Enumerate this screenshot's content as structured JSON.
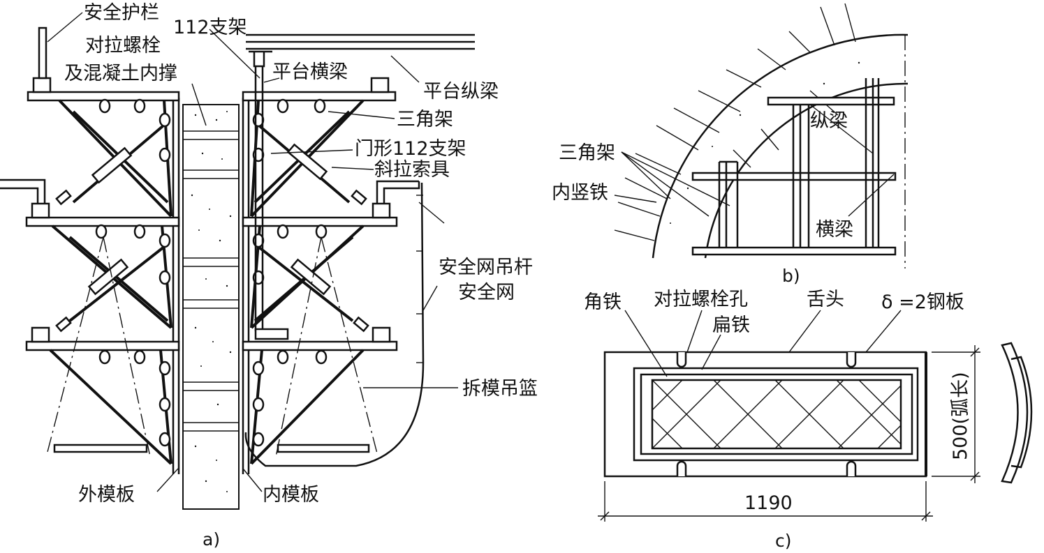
{
  "panel_a": {
    "caption": "a)",
    "labels": {
      "guardrail": "安全护栏",
      "support112": "112支架",
      "tie_bolt": "对拉螺栓",
      "inner_brace": "及混凝土内撑",
      "platform_crossbeam": "平台横梁",
      "platform_longbeam": "平台纵梁",
      "triangle_frame": "三角架",
      "portal_support": "门形112支架",
      "cable_rigging": "斜拉索具",
      "net_pole": "安全网吊杆",
      "safety_net": "安全网",
      "basket": "拆模吊篮",
      "outer_form": "外模板",
      "inner_form": "内模板"
    }
  },
  "panel_b": {
    "caption": "b)",
    "labels": {
      "triangle_frame": "三角架",
      "inner_iron": "内竖铁",
      "longbeam": "纵梁",
      "crossbeam": "横梁"
    }
  },
  "panel_c": {
    "caption": "c)",
    "labels": {
      "angle_iron": "角铁",
      "bolt_hole": "对拉螺栓孔",
      "flat_iron": "扁铁",
      "tongue": "舌头",
      "plate": "δ =2钢板"
    },
    "dim_width": "1190",
    "dim_height": "500(弧长)"
  }
}
